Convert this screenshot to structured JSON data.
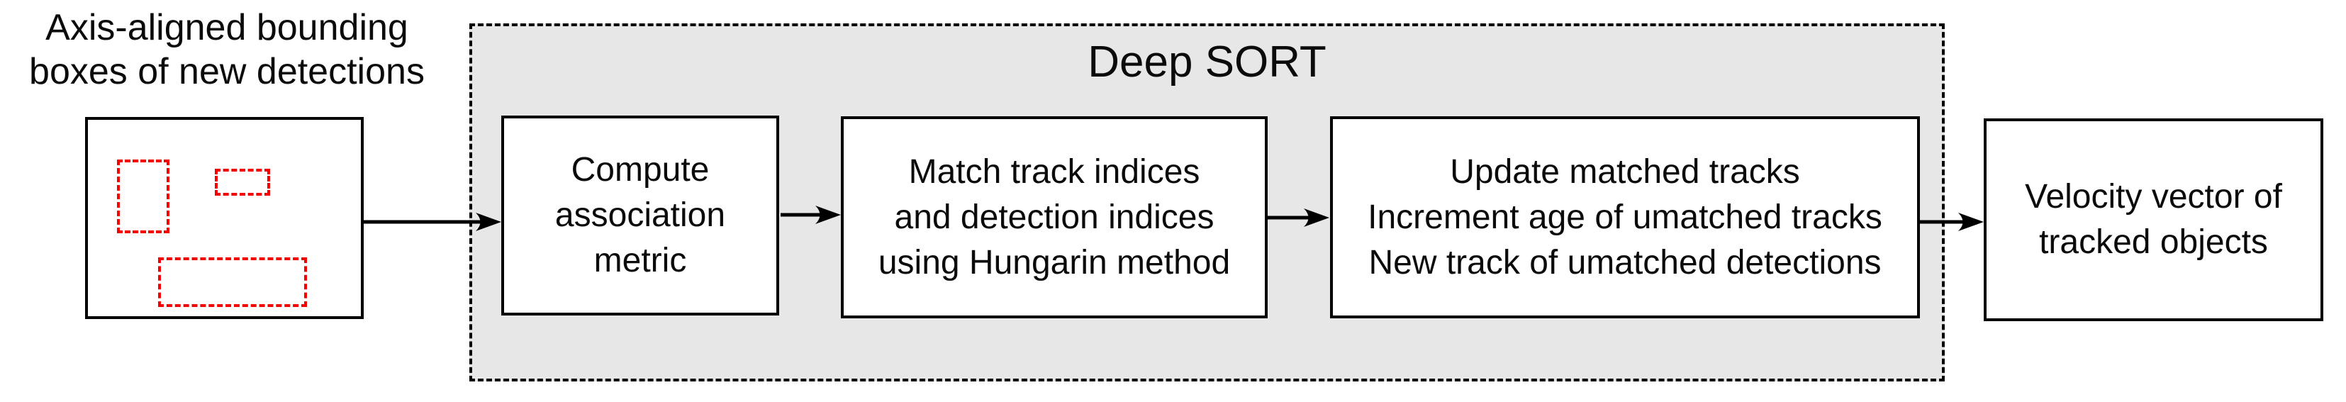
{
  "colors": {
    "container_fill": "#e7e7e7",
    "bounding_box_red": "#f40000",
    "line_black": "#000000"
  },
  "input": {
    "label_lines": [
      "Axis-aligned bounding",
      "boxes of new detections"
    ]
  },
  "container": {
    "title": "Deep SORT"
  },
  "steps": [
    {
      "lines": [
        "Compute",
        "association",
        "metric"
      ]
    },
    {
      "lines": [
        "Match track indices",
        "and detection indices",
        "using Hungarin method"
      ]
    },
    {
      "lines": [
        "Update matched tracks",
        "Increment age of umatched tracks",
        "New track of umatched detections"
      ]
    }
  ],
  "output": {
    "label_lines": [
      "Velocity vector of",
      "tracked objects"
    ]
  }
}
